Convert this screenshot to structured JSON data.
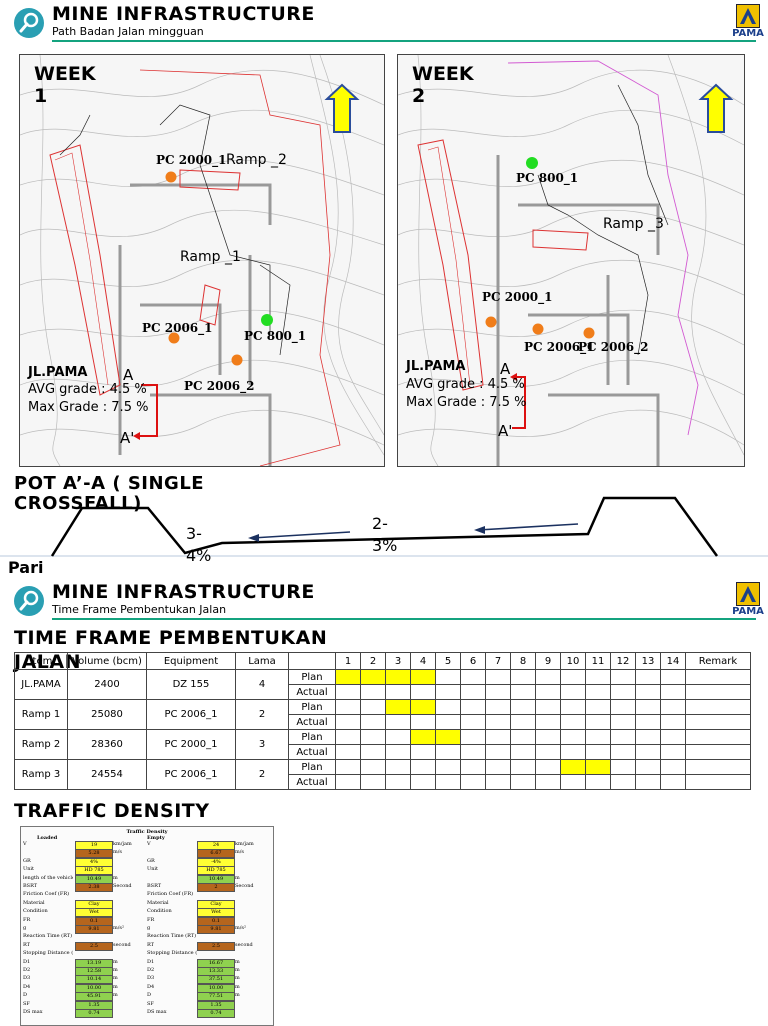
{
  "slide1": {
    "title": "MINE INFRASTRUCTURE",
    "subtitle": "Path Badan Jalan mingguan",
    "logo_text": "PAMA",
    "maps": [
      {
        "week": "WEEK\n1",
        "points": [
          "PC 2000_1",
          "PC 2006_1",
          "PC 800_1",
          "PC 2006_2"
        ],
        "ramps": [
          "Ramp _2",
          "Ramp _1"
        ],
        "jl_name": "JL.PAMA",
        "avg_grade": "AVG grade : 4.5 %",
        "max_grade": "Max Grade : 7.5 %",
        "a": "A",
        "a_prime": "A'"
      },
      {
        "week": "WEEK\n2",
        "points": [
          "PC 800_1",
          "PC 2000_1",
          "PC 2006_1",
          "PC 2006_2"
        ],
        "ramps": [
          "Ramp _3"
        ],
        "jl_name": "JL.PAMA",
        "avg_grade": "AVG grade : 4.5 %",
        "max_grade": "Max Grade : 7.5 %",
        "a": "A",
        "a_prime": "A'"
      }
    ],
    "section": {
      "title": "POT A’-A ( SINGLE CROSSFALL)",
      "slope_left": "3-\n4%",
      "slope_right": "2-\n3%",
      "side_label": "Pari"
    }
  },
  "slide2": {
    "title": "MINE INFRASTRUCTURE",
    "subtitle": "Time Frame Pembentukan Jalan",
    "logo_text": "PAMA",
    "heading": "TIME FRAME PEMBENTUKAN JALAN",
    "table": {
      "headers": [
        "Item",
        "Volume (bcm)",
        "Equipment",
        "Lama",
        "",
        "1",
        "2",
        "3",
        "4",
        "5",
        "6",
        "7",
        "8",
        "9",
        "10",
        "11",
        "12",
        "13",
        "14",
        "Remark"
      ],
      "rows": [
        {
          "item": "JL.PAMA",
          "volume": "2400",
          "equipment": "DZ 155",
          "lama": "4",
          "plan": [
            1,
            2,
            3,
            4
          ]
        },
        {
          "item": "Ramp 1",
          "volume": "25080",
          "equipment": "PC 2006_1",
          "lama": "2",
          "plan": [
            3,
            4
          ]
        },
        {
          "item": "Ramp 2",
          "volume": "28360",
          "equipment": "PC 2000_1",
          "lama": "3",
          "plan": [
            4,
            5
          ]
        },
        {
          "item": "Ramp 3",
          "volume": "24554",
          "equipment": "PC 2006_1",
          "lama": "2",
          "plan": [
            10,
            11
          ]
        }
      ],
      "plan_label": "Plan",
      "actual_label": "Actual"
    },
    "traffic_heading": "TRAFFIC DENSITY",
    "traffic": {
      "title": "Traffic Density",
      "loaded": "Loaded",
      "empty": "Empty",
      "rows": [
        {
          "l": "V",
          "lv": "19",
          "lu": "km/jam",
          "r": "V",
          "rv": "24",
          "ru": "km/jam"
        },
        {
          "l": "",
          "lv": "5.28",
          "lu": "m/s",
          "r": "",
          "rv": "6.67",
          "ru": "m/s"
        },
        {
          "l": "GR",
          "lv": "4%",
          "lu": "",
          "r": "GR",
          "rv": "-4%",
          "ru": ""
        },
        {
          "l": "Unit",
          "lv": "HD 785",
          "lu": "",
          "r": "Unit",
          "rv": "HD 785",
          "ru": ""
        },
        {
          "l": "length of the vehicle",
          "lv": "10.49",
          "lu": "m",
          "r": "",
          "rv": "10.49",
          "ru": "m"
        },
        {
          "l": "BSRT",
          "lv": "2.38",
          "lu": "Second",
          "r": "BSRT",
          "rv": "2",
          "ru": "Second"
        },
        {
          "l": "Friction Coef (FR)",
          "lv": "",
          "lu": "",
          "r": "Friction Coef (FR)",
          "rv": "",
          "ru": ""
        },
        {
          "l": "Material",
          "lv": "Clay",
          "lu": "",
          "r": "Material",
          "rv": "Clay",
          "ru": ""
        },
        {
          "l": "Condition",
          "lv": "Wet",
          "lu": "",
          "r": "Condition",
          "rv": "Wet",
          "ru": ""
        },
        {
          "l": "FR",
          "lv": "0.1",
          "lu": "",
          "r": "FR",
          "rv": "0.1",
          "ru": ""
        },
        {
          "l": "g",
          "lv": "9.81",
          "lu": "m/s²",
          "r": "g",
          "rv": "9.81",
          "ru": "m/s²"
        },
        {
          "l": "Reaction Time (RT)",
          "lv": "",
          "lu": "",
          "r": "Reaction Time (RT)",
          "rv": "",
          "ru": ""
        },
        {
          "l": "RT",
          "lv": "2.5",
          "lu": "second",
          "r": "RT",
          "rv": "2.5",
          "ru": "second"
        },
        {
          "l": "Stopping Distance (D)",
          "lv": "",
          "lu": "",
          "r": "Stopping Distance (D)",
          "rv": "",
          "ru": ""
        },
        {
          "l": "D1",
          "lv": "13.19",
          "lu": "m",
          "r": "D1",
          "rv": "16.67",
          "ru": "m"
        },
        {
          "l": "D2",
          "lv": "12.58",
          "lu": "m",
          "r": "D2",
          "rv": "13.33",
          "ru": "m"
        },
        {
          "l": "D3",
          "lv": "10.14",
          "lu": "m",
          "r": "D3",
          "rv": "37.51",
          "ru": "m"
        },
        {
          "l": "D4",
          "lv": "10.00",
          "lu": "m",
          "r": "D4",
          "rv": "10.00",
          "ru": "m"
        },
        {
          "l": "D",
          "lv": "45.91",
          "lu": "m",
          "r": "D",
          "rv": "77.51",
          "ru": "m"
        },
        {
          "l": "SF",
          "lv": "1.35",
          "lu": "",
          "r": "SF",
          "rv": "1.35",
          "ru": ""
        },
        {
          "l": "DS max",
          "lv": "0.74",
          "lu": "",
          "r": "DS max",
          "rv": "0.74",
          "ru": ""
        }
      ]
    }
  },
  "colors": {
    "accent": "#14a37f",
    "icon": "#2a9fb3",
    "logo": "#f0c000",
    "brand_text": "#1b3f8b",
    "highlight": "#ffff00",
    "ramp_outline": "#d33",
    "orange_point": "#f07d1a",
    "green_point": "#22dd22",
    "arrow": "#ffff00",
    "flow_arrow": "#1b3160"
  },
  "icons": [
    "search-icon",
    "pama-logo",
    "north-arrow-icon"
  ]
}
